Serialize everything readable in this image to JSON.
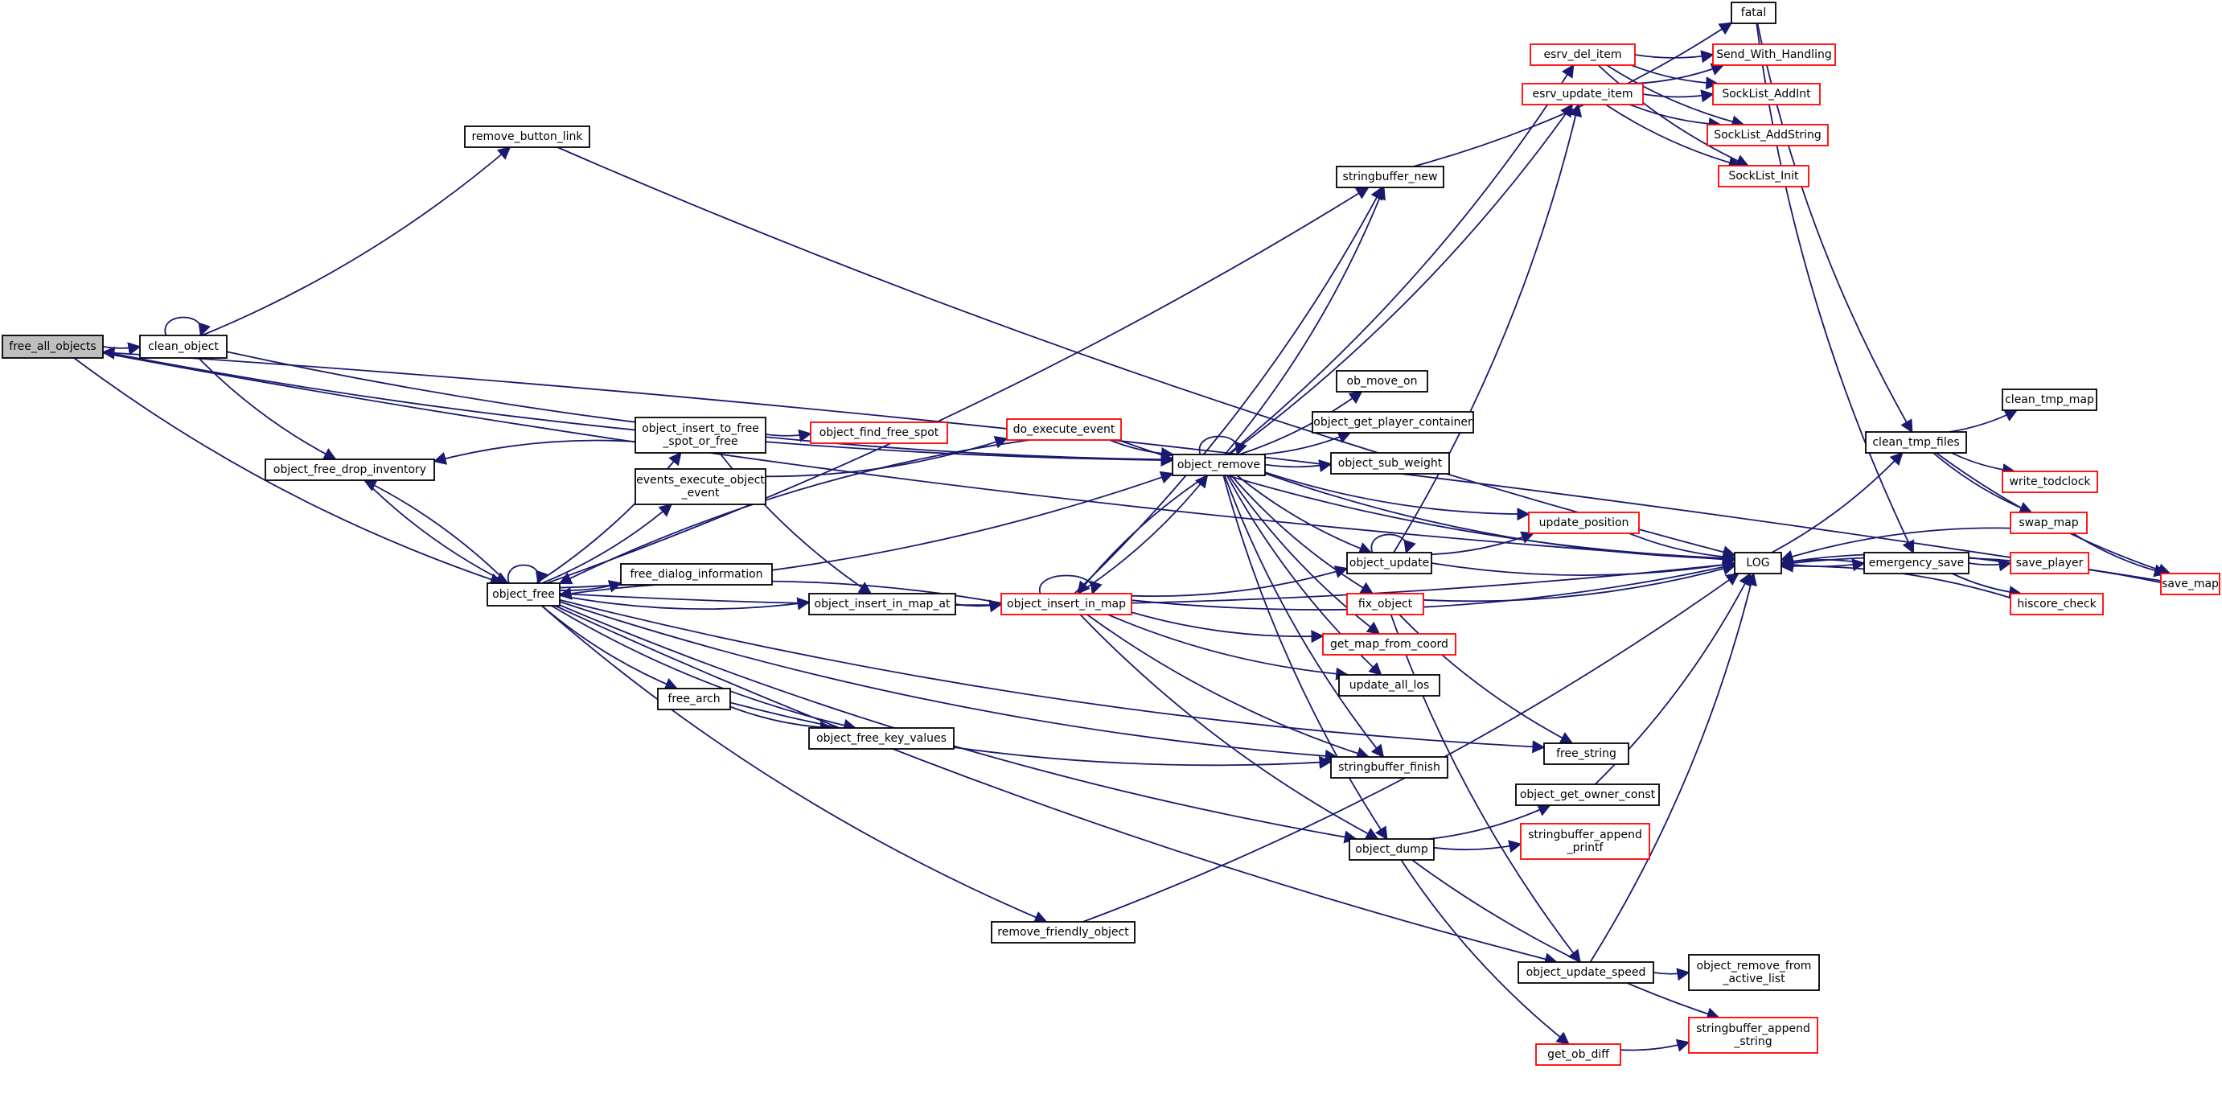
{
  "colors": {
    "edge": "#191970",
    "node_border": "#000000",
    "truncated_border": "#ff0000",
    "root_fill": "#bfbfbf",
    "background": "#ffffff"
  },
  "nodes": [
    {
      "id": "free_all_objects",
      "lines": [
        "free_all_objects"
      ],
      "style": "root"
    },
    {
      "id": "clean_object",
      "lines": [
        "clean_object"
      ],
      "style": "black"
    },
    {
      "id": "remove_button_link",
      "lines": [
        "remove_button_link"
      ],
      "style": "black"
    },
    {
      "id": "object_free",
      "lines": [
        "object_free"
      ],
      "style": "black"
    },
    {
      "id": "object_free_drop_inventory",
      "lines": [
        "object_free_drop_inventory"
      ],
      "style": "black"
    },
    {
      "id": "object_insert_to_free_spot_or_free",
      "lines": [
        "object_insert_to_free",
        "_spot_or_free"
      ],
      "style": "black"
    },
    {
      "id": "events_execute_object_event",
      "lines": [
        "events_execute_object",
        "_event"
      ],
      "style": "black"
    },
    {
      "id": "free_dialog_information",
      "lines": [
        "free_dialog_information"
      ],
      "style": "black"
    },
    {
      "id": "object_insert_in_map_at",
      "lines": [
        "object_insert_in_map_at"
      ],
      "style": "black"
    },
    {
      "id": "free_arch",
      "lines": [
        "free_arch"
      ],
      "style": "black"
    },
    {
      "id": "object_free_key_values",
      "lines": [
        "object_free_key_values"
      ],
      "style": "black"
    },
    {
      "id": "object_find_free_spot",
      "lines": [
        "object_find_free_spot"
      ],
      "style": "red"
    },
    {
      "id": "do_execute_event",
      "lines": [
        "do_execute_event"
      ],
      "style": "red"
    },
    {
      "id": "object_insert_in_map",
      "lines": [
        "object_insert_in_map"
      ],
      "style": "red"
    },
    {
      "id": "remove_friendly_object",
      "lines": [
        "remove_friendly_object"
      ],
      "style": "black"
    },
    {
      "id": "object_remove",
      "lines": [
        "object_remove"
      ],
      "style": "black"
    },
    {
      "id": "stringbuffer_new",
      "lines": [
        "stringbuffer_new"
      ],
      "style": "black"
    },
    {
      "id": "ob_move_on",
      "lines": [
        "ob_move_on"
      ],
      "style": "black"
    },
    {
      "id": "object_get_player_container",
      "lines": [
        "object_get_player_container"
      ],
      "style": "black"
    },
    {
      "id": "object_sub_weight",
      "lines": [
        "object_sub_weight"
      ],
      "style": "black"
    },
    {
      "id": "object_update",
      "lines": [
        "object_update"
      ],
      "style": "black"
    },
    {
      "id": "fix_object",
      "lines": [
        "fix_object"
      ],
      "style": "red"
    },
    {
      "id": "get_map_from_coord",
      "lines": [
        "get_map_from_coord"
      ],
      "style": "red"
    },
    {
      "id": "update_all_los",
      "lines": [
        "update_all_los"
      ],
      "style": "black"
    },
    {
      "id": "stringbuffer_finish",
      "lines": [
        "stringbuffer_finish"
      ],
      "style": "black"
    },
    {
      "id": "object_dump",
      "lines": [
        "object_dump"
      ],
      "style": "black"
    },
    {
      "id": "update_position",
      "lines": [
        "update_position"
      ],
      "style": "red"
    },
    {
      "id": "esrv_del_item",
      "lines": [
        "esrv_del_item"
      ],
      "style": "red"
    },
    {
      "id": "esrv_update_item",
      "lines": [
        "esrv_update_item"
      ],
      "style": "red"
    },
    {
      "id": "fatal",
      "lines": [
        "fatal"
      ],
      "style": "black"
    },
    {
      "id": "Send_With_Handling",
      "lines": [
        "Send_With_Handling"
      ],
      "style": "red"
    },
    {
      "id": "SockList_AddInt",
      "lines": [
        "SockList_AddInt"
      ],
      "style": "red"
    },
    {
      "id": "SockList_AddString",
      "lines": [
        "SockList_AddString"
      ],
      "style": "red"
    },
    {
      "id": "SockList_Init",
      "lines": [
        "SockList_Init"
      ],
      "style": "red"
    },
    {
      "id": "free_string",
      "lines": [
        "free_string"
      ],
      "style": "black"
    },
    {
      "id": "object_get_owner_const",
      "lines": [
        "object_get_owner_const"
      ],
      "style": "black"
    },
    {
      "id": "stringbuffer_append_printf",
      "lines": [
        "stringbuffer_append",
        "_printf"
      ],
      "style": "red"
    },
    {
      "id": "object_update_speed",
      "lines": [
        "object_update_speed"
      ],
      "style": "black"
    },
    {
      "id": "object_remove_from_active_list",
      "lines": [
        "object_remove_from",
        "_active_list"
      ],
      "style": "black"
    },
    {
      "id": "stringbuffer_append_string",
      "lines": [
        "stringbuffer_append",
        "_string"
      ],
      "style": "red"
    },
    {
      "id": "get_ob_diff",
      "lines": [
        "get_ob_diff"
      ],
      "style": "red"
    },
    {
      "id": "LOG",
      "lines": [
        "LOG"
      ],
      "style": "black"
    },
    {
      "id": "clean_tmp_files",
      "lines": [
        "clean_tmp_files"
      ],
      "style": "black"
    },
    {
      "id": "clean_tmp_map",
      "lines": [
        "clean_tmp_map"
      ],
      "style": "black"
    },
    {
      "id": "write_todclock",
      "lines": [
        "write_todclock"
      ],
      "style": "red"
    },
    {
      "id": "swap_map",
      "lines": [
        "swap_map"
      ],
      "style": "red"
    },
    {
      "id": "emergency_save",
      "lines": [
        "emergency_save"
      ],
      "style": "black"
    },
    {
      "id": "save_player",
      "lines": [
        "save_player"
      ],
      "style": "red"
    },
    {
      "id": "hiscore_check",
      "lines": [
        "hiscore_check"
      ],
      "style": "red"
    },
    {
      "id": "save_map",
      "lines": [
        "save_map"
      ],
      "style": "red"
    }
  ],
  "edges": [
    [
      "free_all_objects",
      "clean_object"
    ],
    [
      "free_all_objects",
      "object_free"
    ],
    [
      "free_all_objects",
      "LOG"
    ],
    [
      "free_all_objects",
      "object_remove"
    ],
    [
      "clean_object",
      "clean_object"
    ],
    [
      "clean_object",
      "remove_button_link"
    ],
    [
      "clean_object",
      "object_free_drop_inventory"
    ],
    [
      "clean_object",
      "object_remove"
    ],
    [
      "remove_button_link",
      "LOG"
    ],
    [
      "object_free",
      "object_free"
    ],
    [
      "object_free",
      "object_free_drop_inventory"
    ],
    [
      "object_free",
      "object_insert_to_free_spot_or_free"
    ],
    [
      "object_free",
      "events_execute_object_event"
    ],
    [
      "object_free",
      "free_dialog_information"
    ],
    [
      "object_free",
      "object_insert_in_map_at"
    ],
    [
      "object_free",
      "free_arch"
    ],
    [
      "object_free",
      "object_free_key_values"
    ],
    [
      "object_free",
      "stringbuffer_new"
    ],
    [
      "object_free",
      "object_remove"
    ],
    [
      "object_free",
      "stringbuffer_finish"
    ],
    [
      "object_free",
      "free_string"
    ],
    [
      "object_free",
      "object_dump"
    ],
    [
      "object_free",
      "LOG"
    ],
    [
      "object_free",
      "remove_friendly_object"
    ],
    [
      "object_free",
      "object_update_speed"
    ],
    [
      "object_free_drop_inventory",
      "object_free"
    ],
    [
      "object_insert_to_free_spot_or_free",
      "object_find_free_spot"
    ],
    [
      "object_insert_to_free_spot_or_free",
      "object_insert_in_map_at"
    ],
    [
      "object_insert_to_free_spot_or_free",
      "object_free_drop_inventory"
    ],
    [
      "events_execute_object_event",
      "do_execute_event"
    ],
    [
      "do_execute_event",
      "object_free"
    ],
    [
      "do_execute_event",
      "object_remove"
    ],
    [
      "do_execute_event",
      "LOG"
    ],
    [
      "object_insert_in_map_at",
      "object_insert_in_map"
    ],
    [
      "object_insert_in_map",
      "object_insert_in_map"
    ],
    [
      "object_insert_in_map",
      "object_free"
    ],
    [
      "object_insert_in_map",
      "object_remove"
    ],
    [
      "object_insert_in_map",
      "stringbuffer_new"
    ],
    [
      "object_insert_in_map",
      "object_update"
    ],
    [
      "object_insert_in_map",
      "get_map_from_coord"
    ],
    [
      "object_insert_in_map",
      "update_all_los"
    ],
    [
      "object_insert_in_map",
      "stringbuffer_finish"
    ],
    [
      "object_insert_in_map",
      "object_dump"
    ],
    [
      "object_insert_in_map",
      "LOG"
    ],
    [
      "free_arch",
      "object_free_key_values"
    ],
    [
      "free_arch",
      "stringbuffer_finish"
    ],
    [
      "remove_friendly_object",
      "LOG"
    ],
    [
      "object_remove",
      "object_remove"
    ],
    [
      "object_remove",
      "stringbuffer_new"
    ],
    [
      "object_remove",
      "esrv_del_item"
    ],
    [
      "object_remove",
      "esrv_update_item"
    ],
    [
      "object_remove",
      "ob_move_on"
    ],
    [
      "object_remove",
      "object_get_player_container"
    ],
    [
      "object_remove",
      "object_sub_weight"
    ],
    [
      "object_remove",
      "update_position"
    ],
    [
      "object_remove",
      "object_update"
    ],
    [
      "object_remove",
      "fix_object"
    ],
    [
      "object_remove",
      "get_map_from_coord"
    ],
    [
      "object_remove",
      "update_all_los"
    ],
    [
      "object_remove",
      "stringbuffer_finish"
    ],
    [
      "object_remove",
      "object_dump"
    ],
    [
      "object_remove",
      "LOG"
    ],
    [
      "object_remove",
      "object_insert_in_map"
    ],
    [
      "stringbuffer_new",
      "fatal"
    ],
    [
      "object_update",
      "object_update"
    ],
    [
      "object_update",
      "esrv_update_item"
    ],
    [
      "object_update",
      "update_position"
    ],
    [
      "object_update",
      "LOG"
    ],
    [
      "fix_object",
      "LOG"
    ],
    [
      "fix_object",
      "free_string"
    ],
    [
      "fix_object",
      "object_update_speed"
    ],
    [
      "object_dump",
      "object_get_owner_const"
    ],
    [
      "object_dump",
      "stringbuffer_append_printf"
    ],
    [
      "object_dump",
      "stringbuffer_append_string"
    ],
    [
      "object_dump",
      "get_ob_diff"
    ],
    [
      "update_position",
      "LOG"
    ],
    [
      "esrv_del_item",
      "Send_With_Handling"
    ],
    [
      "esrv_del_item",
      "SockList_AddInt"
    ],
    [
      "esrv_del_item",
      "SockList_AddString"
    ],
    [
      "esrv_del_item",
      "SockList_Init"
    ],
    [
      "esrv_update_item",
      "Send_With_Handling"
    ],
    [
      "esrv_update_item",
      "SockList_AddInt"
    ],
    [
      "esrv_update_item",
      "SockList_AddString"
    ],
    [
      "esrv_update_item",
      "SockList_Init"
    ],
    [
      "fatal",
      "clean_tmp_files"
    ],
    [
      "fatal",
      "emergency_save"
    ],
    [
      "object_get_owner_const",
      "LOG"
    ],
    [
      "object_update_speed",
      "LOG"
    ],
    [
      "object_update_speed",
      "object_remove_from_active_list"
    ],
    [
      "get_ob_diff",
      "stringbuffer_append_string"
    ],
    [
      "LOG",
      "clean_tmp_files"
    ],
    [
      "LOG",
      "emergency_save"
    ],
    [
      "clean_tmp_files",
      "clean_tmp_map"
    ],
    [
      "clean_tmp_files",
      "write_todclock"
    ],
    [
      "clean_tmp_files",
      "swap_map"
    ],
    [
      "clean_tmp_files",
      "save_map"
    ],
    [
      "swap_map",
      "save_map"
    ],
    [
      "swap_map",
      "LOG"
    ],
    [
      "emergency_save",
      "LOG"
    ],
    [
      "emergency_save",
      "save_player"
    ],
    [
      "emergency_save",
      "hiscore_check"
    ],
    [
      "save_player",
      "LOG"
    ],
    [
      "hiscore_check",
      "LOG"
    ],
    [
      "save_map",
      "LOG"
    ],
    [
      "save_map",
      "free_all_objects"
    ]
  ]
}
